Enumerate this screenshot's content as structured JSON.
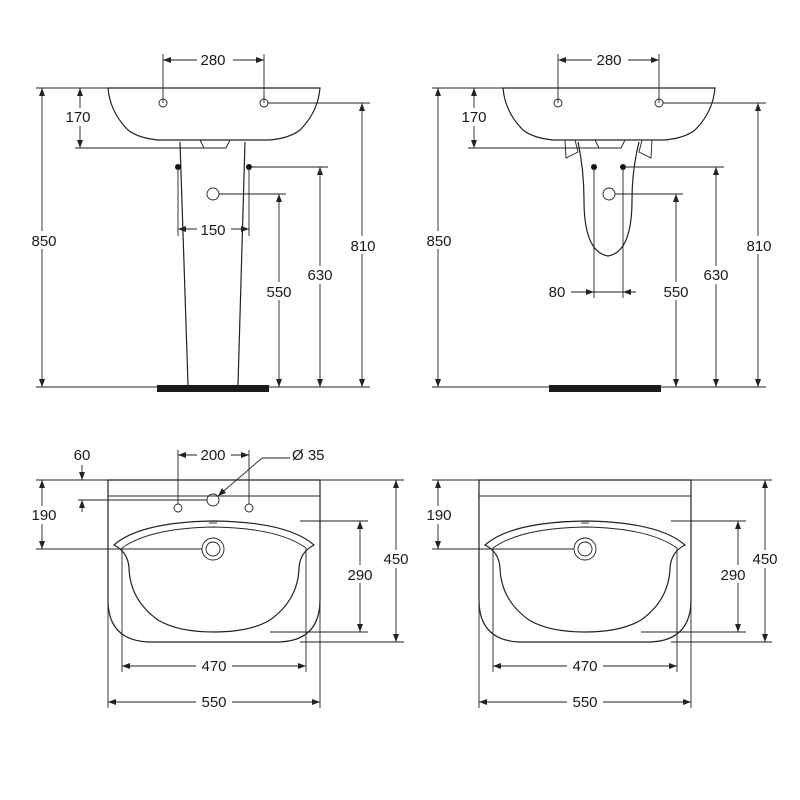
{
  "views": {
    "pedestal": {
      "dim_280": "280",
      "dim_170": "170",
      "dim_850": "850",
      "dim_810": "810",
      "dim_630": "630",
      "dim_550": "550",
      "dim_150": "150"
    },
    "semi_pedestal": {
      "dim_280": "280",
      "dim_170": "170",
      "dim_850": "850",
      "dim_810": "810",
      "dim_630": "630",
      "dim_550": "550",
      "dim_80": "80"
    },
    "top_three_hole": {
      "dim_60": "60",
      "dim_200": "200",
      "dim_diameter": "Ø 35",
      "dim_190": "190",
      "dim_290": "290",
      "dim_450": "450",
      "dim_470": "470",
      "dim_550": "550"
    },
    "top_one_hole": {
      "dim_190": "190",
      "dim_290": "290",
      "dim_450": "450",
      "dim_470": "470",
      "dim_550": "550"
    }
  }
}
